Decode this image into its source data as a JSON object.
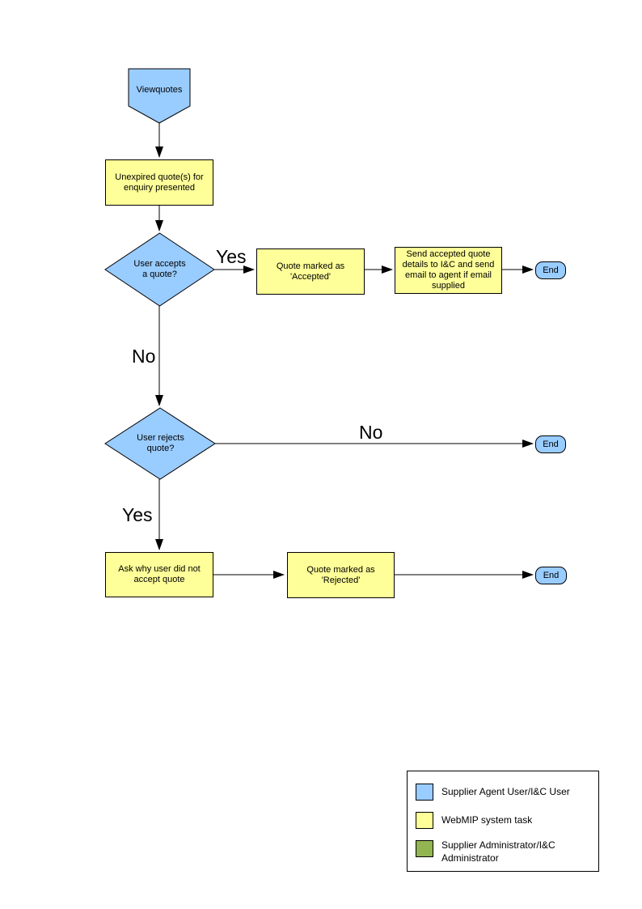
{
  "palette": {
    "actor_blue": "#99CCFF",
    "task_yellow": "#FFFF99",
    "admin_green": "#92B552",
    "outline": "#000000"
  },
  "flowchart": {
    "start": {
      "label": "Viewquotes"
    },
    "boxes": {
      "unexpired": "Unexpired quote(s) for enquiry presented",
      "accepts": "User accepts a quote?",
      "marked_accepted": "Quote  marked as 'Accepted'",
      "send_details": "Send accepted quote details to I&C and send email to agent if email supplied",
      "rejects": "User rejects quote?",
      "ask_why": "Ask why user did not accept quote",
      "marked_rejected": "Quote  marked as 'Rejected'"
    },
    "end_label": "End",
    "edge_labels": {
      "accepts_yes": "Yes",
      "accepts_no": "No",
      "rejects_no": "No",
      "rejects_yes": "Yes"
    }
  },
  "legend": {
    "items": [
      {
        "color": "#99CCFF",
        "label": "Supplier Agent User/I&C User"
      },
      {
        "color": "#FFFF99",
        "label": "WebMIP system task"
      },
      {
        "color": "#92B552",
        "label": "Supplier Administrator/I&C Administrator"
      }
    ]
  }
}
